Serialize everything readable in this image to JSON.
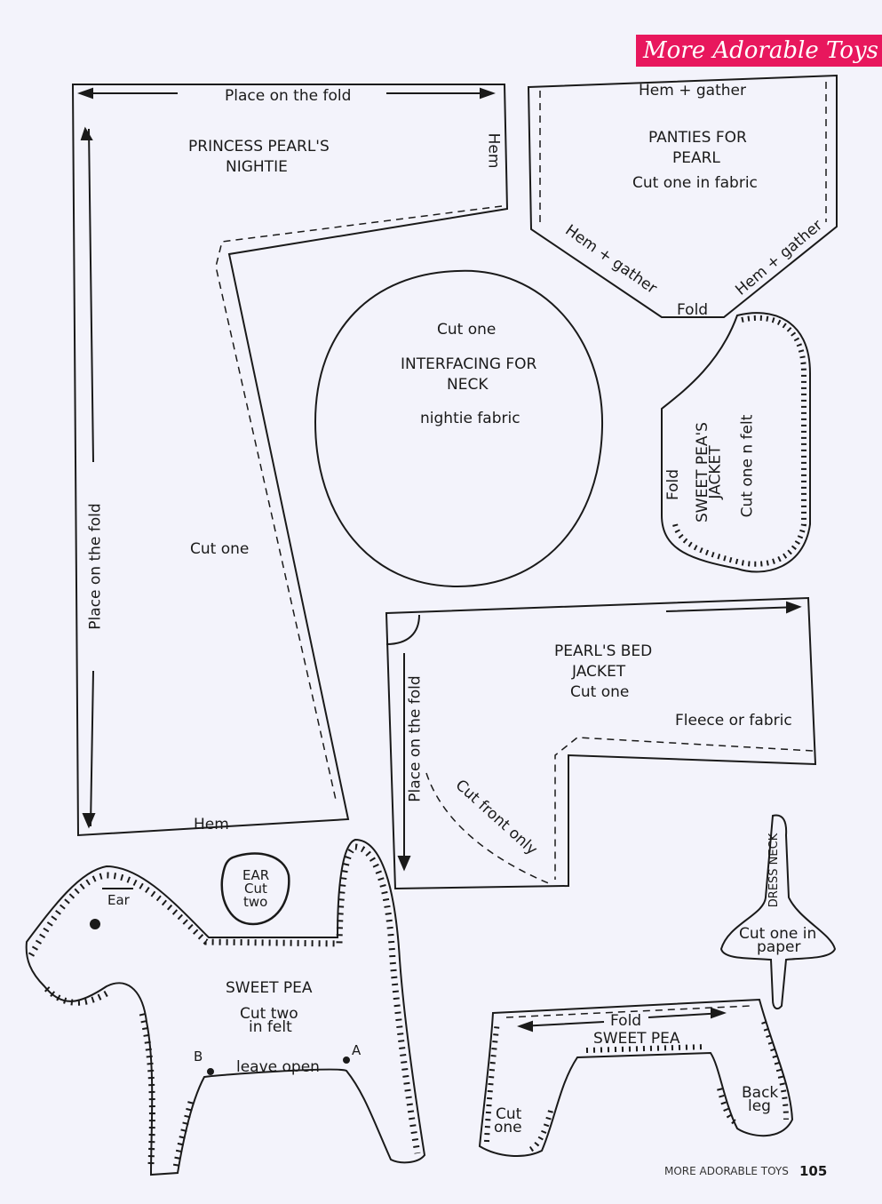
{
  "header": {
    "banner": "More Adorable Toys"
  },
  "nightie": {
    "fold_top": "Place on the fold",
    "title_1": "PRINCESS PEARL'S",
    "title_2": "NIGHTIE",
    "hem_side": "Hem",
    "cut": "Cut one",
    "fold_side": "Place on the fold",
    "hem_bottom": "Hem"
  },
  "interfacing": {
    "cut": "Cut one",
    "title_1": "INTERFACING FOR",
    "title_2": "NECK",
    "fabric": "nightie fabric"
  },
  "panties": {
    "hem_top": "Hem + gather",
    "title_1": "PANTIES FOR",
    "title_2": "PEARL",
    "cut": "Cut one in fabric",
    "hem_left": "Hem + gather",
    "hem_right": "Hem + gather",
    "fold": "Fold"
  },
  "sp_jacket": {
    "fold": "Fold",
    "title_1": "SWEET PEA'S",
    "title_2": "JACKET",
    "cut": "Cut one n felt"
  },
  "bed_jacket": {
    "title_1": "PEARL'S BED",
    "title_2": "JACKET",
    "cut": "Cut one",
    "fabric": "Fleece or fabric",
    "fold": "Place on the fold",
    "front": "Cut front only"
  },
  "ear": {
    "l1": "EAR",
    "l2": "Cut",
    "l3": "two"
  },
  "dog": {
    "ear": "Ear",
    "title": "SWEET PEA",
    "cut_1": "Cut two",
    "cut_2": "in felt",
    "b": "B",
    "a": "A",
    "open": "leave open"
  },
  "dress_neck": {
    "title": "DRESS NECK",
    "cut_1": "Cut one in",
    "cut_2": "paper"
  },
  "back_leg": {
    "fold": "Fold",
    "title": "SWEET PEA",
    "cut_1": "Cut",
    "cut_2": "one",
    "back_1": "Back",
    "back_2": "leg"
  },
  "footer": {
    "title": "MORE ADORABLE TOYS",
    "page": "105"
  }
}
